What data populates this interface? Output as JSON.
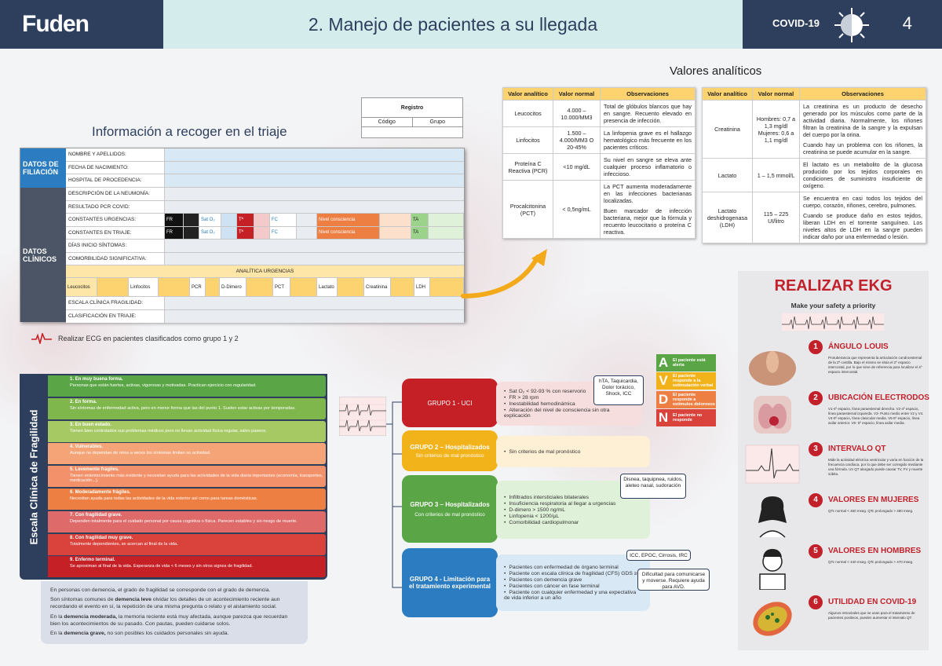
{
  "header": {
    "logo": "Fuden",
    "title": "2. Manejo de pacientes a su llegada",
    "covid_label": "COVID-19",
    "page_number": "4"
  },
  "registro": {
    "title": "Registro",
    "col1": "Código",
    "col2": "Grupo"
  },
  "triage": {
    "title": "Información a recoger en el triaje",
    "sections": {
      "filiacion": "DATOS DE FILIACIÓN",
      "clinicos": "DATOS CLÍNICOS"
    },
    "rows": [
      "NOMBRE Y APELLIDOS:",
      "FECHA DE NACIMIENTO:",
      "HOSPITAL DE PROCEDENCIA:",
      "DESCRIPCIÓN DE LA NEUMONÍA:",
      "RESULTADO PCR COVID:",
      "CONSTANTES URGENCIAS:",
      "CONSTANTES EN TRIAJE:",
      "DÍAS INICIO SÍNTOMAS:",
      "COMORBILIDAD SIGNIFICATIVA:"
    ],
    "constants": [
      "FR",
      "Sat O₂",
      "Tª",
      "FC",
      "Nivel consciencia",
      "TA"
    ],
    "analitica_header": "ANALÍTICA URGENCIAS",
    "analitica": [
      "Leucocitos",
      "Linfocitos",
      "PCR",
      "D-Dimero",
      "PCT",
      "Lactato",
      "Creatinina",
      "LDH"
    ],
    "bottom_rows": [
      "ESCALA CLÍNICA FRAGILIDAD:",
      "CLASIFICACIÓN EN TRIAJE:"
    ]
  },
  "ekg_note": "Realizar ECG en pacientes clasificados como grupo 1 y 2",
  "frailty": {
    "title": "Escala Clínica de Fragilidad",
    "levels": [
      {
        "name": "1. En muy buena forma.",
        "desc": "Personas que están fuertes, activas, vigorosas y motivadas. Practican ejercicio con regularidad.",
        "color": "#5aa646"
      },
      {
        "name": "2. En forma.",
        "desc": "Sin síntomas de enfermedad activa, pero en menor forma que las del punto 1. Suelen estar activas por temporadas.",
        "color": "#7fb74c"
      },
      {
        "name": "3. En buen estado.",
        "desc": "Tienen bien controlados sus problemas médicos pero no llevan actividad física regular, salvo paseos.",
        "color": "#a6c964"
      },
      {
        "name": "4. Vulnerables.",
        "desc": "Aunque no dependan de otros a veces los síntomas limitan su actividad.",
        "color": "#f4a477"
      },
      {
        "name": "5. Levemente frágiles.",
        "desc": "Tienen enlentecimiento más evidente y necesitan ayuda para las actividades de la vida diaria importantes (economía, transportes, medicación...).",
        "color": "#f3916a"
      },
      {
        "name": "6. Moderadamente frágiles.",
        "desc": "Necesitan ayuda para todas las actividades de la vida exterior así como para tareas domésticas.",
        "color": "#ee7f43"
      },
      {
        "name": "7. Con fragilidad grave.",
        "desc": "Dependen totalmente para el cuidado personal por causa cognitiva o física. Parecen estables y sin riesgo de muerte.",
        "color": "#df6a6a"
      },
      {
        "name": "8. Con fragilidad muy grave.",
        "desc": "Totalmente dependientes, se acercan al final de la vida.",
        "color": "#d9433c"
      },
      {
        "name": "9. Enfermo terminal.",
        "desc": "Se aproximan al final de la vida. Esperanza de vida < 6 meses y sin otros signos de fragilidad.",
        "color": "#c62027"
      }
    ],
    "note": {
      "p1": "En personas con demencia, el grado de fragilidad se corresponde con el grado de demencia.",
      "p2a": "Son síntomas comunes de ",
      "p2b": "demencia leve",
      "p2c": " olvidar los detalles de un acontecimiento reciente aun recordando el evento en sí, la repetición de una misma pregunta o relato y el aislamiento social.",
      "p3a": "En la ",
      "p3b": "demencia moderada,",
      "p3c": " la memoria reciente está muy afectada, aunque parezca que recuerdan bien los acontecimientos de su pasado. Con pautas, pueden cuidarse solos.",
      "p4a": "En la ",
      "p4b": "demencia grave,",
      "p4c": " no son posibles los cuidados personales sin ayuda."
    }
  },
  "groups": [
    {
      "title": "GRUPO 1 - UCI",
      "subtitle": "",
      "items": [
        "Sat O₂ < 92-93 % con reservorio",
        "FR > 28 rpm",
        "Inestabilidad hemodinámica",
        "Alteración del nivel de consciencia sin otra explicación"
      ]
    },
    {
      "title": "GRUPO 2 – Hospitalizados",
      "subtitle": "Sin criterios de mal pronóstico",
      "items": [
        "Sin criterios de mal pronóstico"
      ]
    },
    {
      "title": "GRUPO 3 – Hospitalizados",
      "subtitle": "Con criterios de mal pronóstico",
      "items": [
        "Infiltrados intersticiales bilaterales",
        "Insuficiencia respiratoria al llegar a urgencias",
        "D-dimero > 1500 ng/mL",
        "Linfopenia < 1200/μL",
        "Comorbilidad cardiopulmonar"
      ]
    },
    {
      "title": "GRUPO 4 - Limitación para el tratamiento experimental",
      "subtitle": "",
      "items": [
        "Pacientes con enfermedad de órgano terminal",
        "Paciente con escala clínica de fragilidad (CFS) GDS ≥6",
        "Pacientes con demencia grave",
        "Pacientes con cáncer en fase terminal",
        "Paciente con cualquier enfermedad y una expectativa de vida inferior a un año"
      ]
    }
  ],
  "callouts": {
    "g1": "hTA, Taquicardia, Dolor torácico, Shock, ICC",
    "g3": "Disnea, taquipnea, ruidos, aleteo nasal, sudoración",
    "g4a": "ICC, EPOC, Cirrosis, IRC",
    "g4b": "Dificultad para comunicarse y moverse. Requiere ayuda para AVD."
  },
  "avdn": [
    {
      "letter": "A",
      "text": "El paciente está alerta",
      "color": "#5aa646"
    },
    {
      "letter": "V",
      "text": "El paciente responde a la estimulación verbal",
      "color": "#f2b21a"
    },
    {
      "letter": "D",
      "text": "El paciente responde a estímulos dolorosos",
      "color": "#ee7f43"
    },
    {
      "letter": "N",
      "text": "El paciente no responde",
      "color": "#d9433c"
    }
  ],
  "analiticos": {
    "title": "Valores analíticos",
    "headers": [
      "Valor analítico",
      "Valor normal",
      "Observaciones"
    ],
    "left": [
      {
        "name": "Leucocitos",
        "normal": "4.000 – 10.000/MM3",
        "obs": [
          "Total de glóbulos blancos que hay en sangre. Recuento elevado en presencia de infección."
        ]
      },
      {
        "name": "Linfocitos",
        "normal": "1.500 – 4.000/MM3 O 20-45%",
        "obs": [
          "La linfopenia grave es el hallazgo hematológico más frecuente en los pacientes críticos."
        ]
      },
      {
        "name": "Proteína C Reactiva (PCR)",
        "normal": "<10 mg/dL",
        "obs": [
          "Su nivel en sangre se eleva ante cualquier proceso inflamatorio o infeccioso."
        ]
      },
      {
        "name": "Procalcitonina (PCT)",
        "normal": "< 0,5ng/mL",
        "obs": [
          "La PCT aumenta moderadamente en las infecciones bacterianas localizadas.",
          "Buen marcador de infección bacteriana, mejor que la fórmula y recuento leucocitario o proteína C reactiva."
        ]
      }
    ],
    "right": [
      {
        "name": "Creatinina",
        "normal": "Hombres: 0,7 a 1,3 mg/dl Mujeres: 0,6 a 1,1 mg/dl",
        "obs": [
          "La creatinina es un producto de desecho generado por los músculos como parte de la actividad diaria. Normalmente, los riñones filtran la creatinina de la sangre y la expulsan del cuerpo por la orina.",
          "Cuando hay un problema con los riñones, la creatinina se puede acumular en la sangre."
        ]
      },
      {
        "name": "Lactato",
        "normal": "1 – 1,5 mmol/L",
        "obs": [
          "El lactato es un metabolito de la glucosa producido por los tejidos corporales en condiciones de suministro insuficiente de oxígeno."
        ]
      },
      {
        "name": "Lactato deshidrogenasa (LDH)",
        "normal": "115 – 225 UI/litro",
        "obs": [
          "Se encuentra en casi todos los tejidos del cuerpo, corazón, riñones, cerebro, pulmones.",
          "Cuando se produce daño en estos tejidos, liberan LDH en el torrente sanguíneo. Los niveles altos de LDH en la sangre pueden indicar daño por una enfermedad o lesión."
        ]
      }
    ]
  },
  "poster": {
    "title": "REALIZAR EKG",
    "subtitle": "Make your safety a priority",
    "items": [
      {
        "num": "1",
        "head": "ÁNGULO LOUIS",
        "text": "Protuberancia que representa la articulación condroesternal de la 2ª costilla. Bajo el mismo se sitúa el 2º espacio intercostal, por lo que sirve de referencia para localizar el 4º espacio intercostal."
      },
      {
        "num": "2",
        "head": "UBICACIÓN ELECTRODOS",
        "text": "V1-4º espacio, línea paraesternal derecha. V2-4º espacio, línea paraesternal izquierda. V3- Punto medio entre V2 y V4. V4-5º espacio, línea clavicular media. V5-5º espacio, línea axilar anterior. V6- 5º espacio, línea axilar media."
      },
      {
        "num": "3",
        "head": "INTERVALO QT",
        "text": "Mide la actividad eléctrica ventricular y varía en función de la frecuencia cardíaca, por lo que debe ser corregido mediante una fórmula. Un QT alargado puede causar TV, FV y muerte súbita."
      },
      {
        "num": "4",
        "head": "VALORES EN MUJERES",
        "text": "QTc normal < 460 mseg. QTc prolongado > 480 mseg."
      },
      {
        "num": "5",
        "head": "VALORES EN HOMBRES",
        "text": "QTc normal < 440 mseg. QTc prolongado > 470 mseg."
      },
      {
        "num": "6",
        "head": "UTILIDAD EN COVID-19",
        "text": "Algunos retrovirales que se usan para el tratamiento de pacientes positivos, pueden aumentar el intervalo QT."
      }
    ]
  }
}
